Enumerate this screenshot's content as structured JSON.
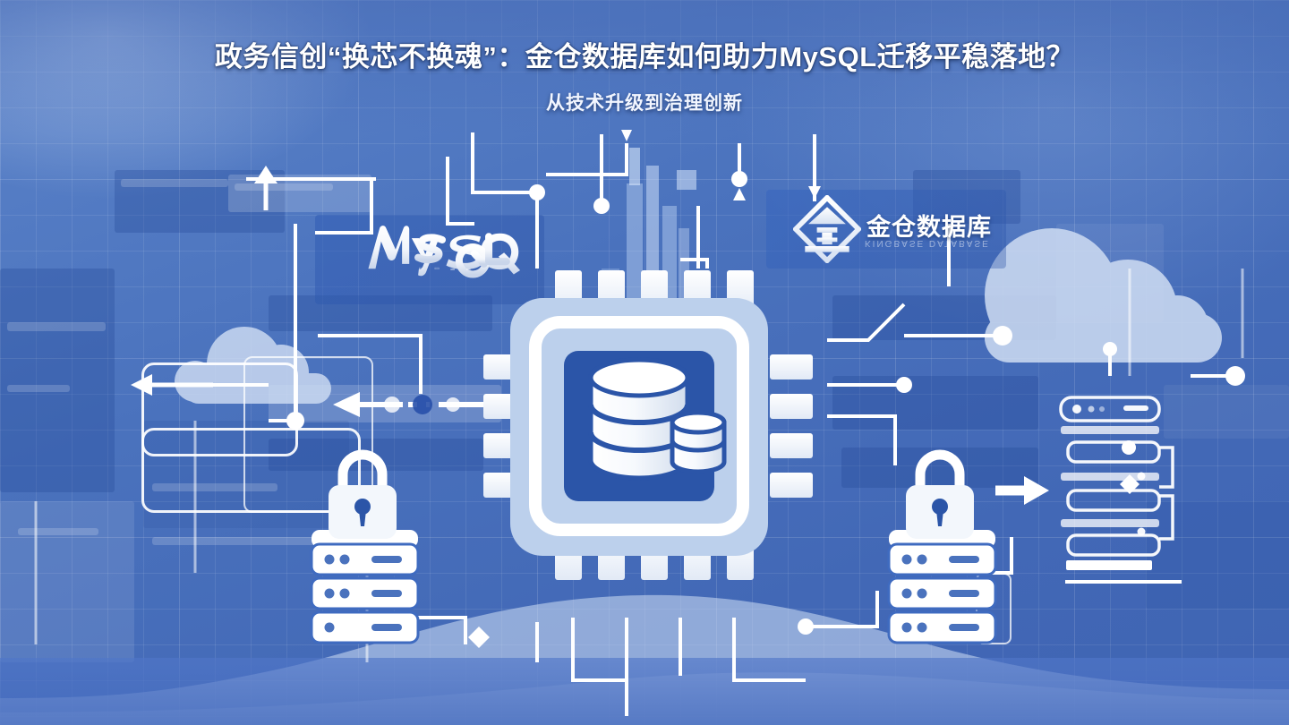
{
  "header": {
    "title": "政务信创“换芯不换魂”：金仓数据库如何助力MySQL迁移平稳落地？",
    "subtitle": "从技术升级到治理创新"
  },
  "brands": {
    "mysql": {
      "name": "MySQL",
      "wordmark": "MySQL",
      "tagline": ""
    },
    "kingbase": {
      "mark_character": "金",
      "name": "金仓数据库",
      "sub_text": "KINGBASE DATABASE"
    }
  },
  "illustration": {
    "center_icon": "database-chip-icon",
    "left_icon": "padlock-server-icon",
    "right_icon": "padlock-server-icon",
    "far_right_icon": "server-rack-icon",
    "migration_arrow": "arrow-right-icon",
    "return_arrow": "arrow-left-icon",
    "clouds": [
      "cloud-left",
      "cloud-right"
    ],
    "description": "MySQL 迁移到金仓数据库 的技术架构示意图"
  },
  "colors": {
    "background_blue": "#4a72bd",
    "deep_blue": "#2b55a8",
    "chip_core": "#2b55a8",
    "chip_frame": "#bcd0ec",
    "white": "#ffffff",
    "cloud": "#cfddf3",
    "title_text": "#ffffff"
  }
}
